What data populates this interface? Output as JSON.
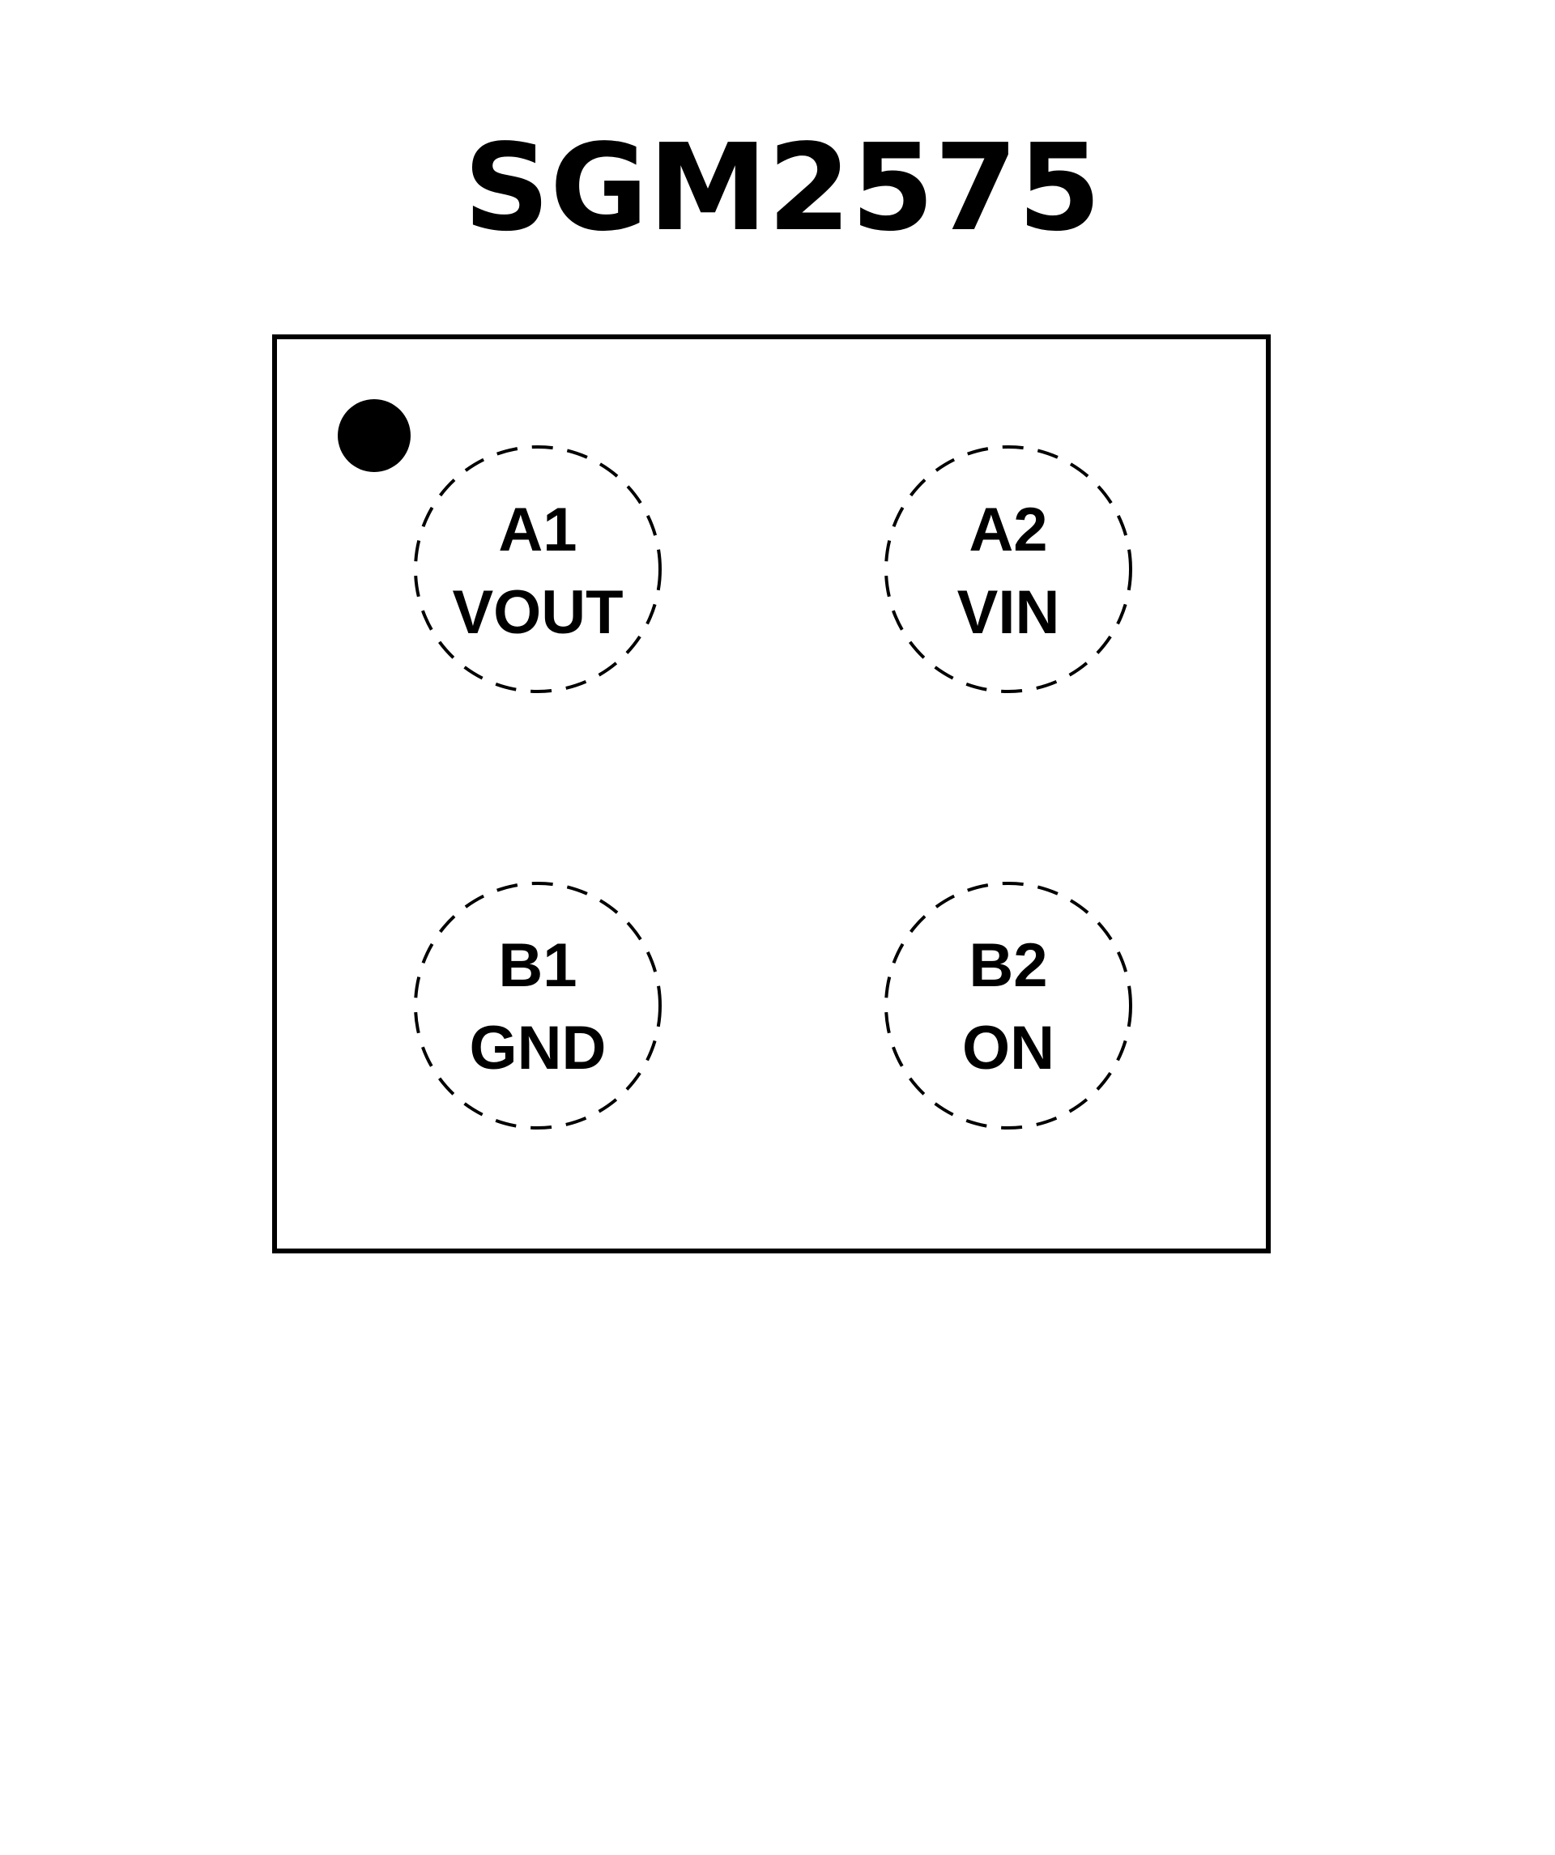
{
  "title": "SGM2575",
  "colors": {
    "ink": "#000000",
    "background": "#ffffff"
  },
  "pins": [
    {
      "id": "A1",
      "name": "VOUT"
    },
    {
      "id": "A2",
      "name": "VIN"
    },
    {
      "id": "B1",
      "name": "GND"
    },
    {
      "id": "B2",
      "name": "ON"
    }
  ]
}
